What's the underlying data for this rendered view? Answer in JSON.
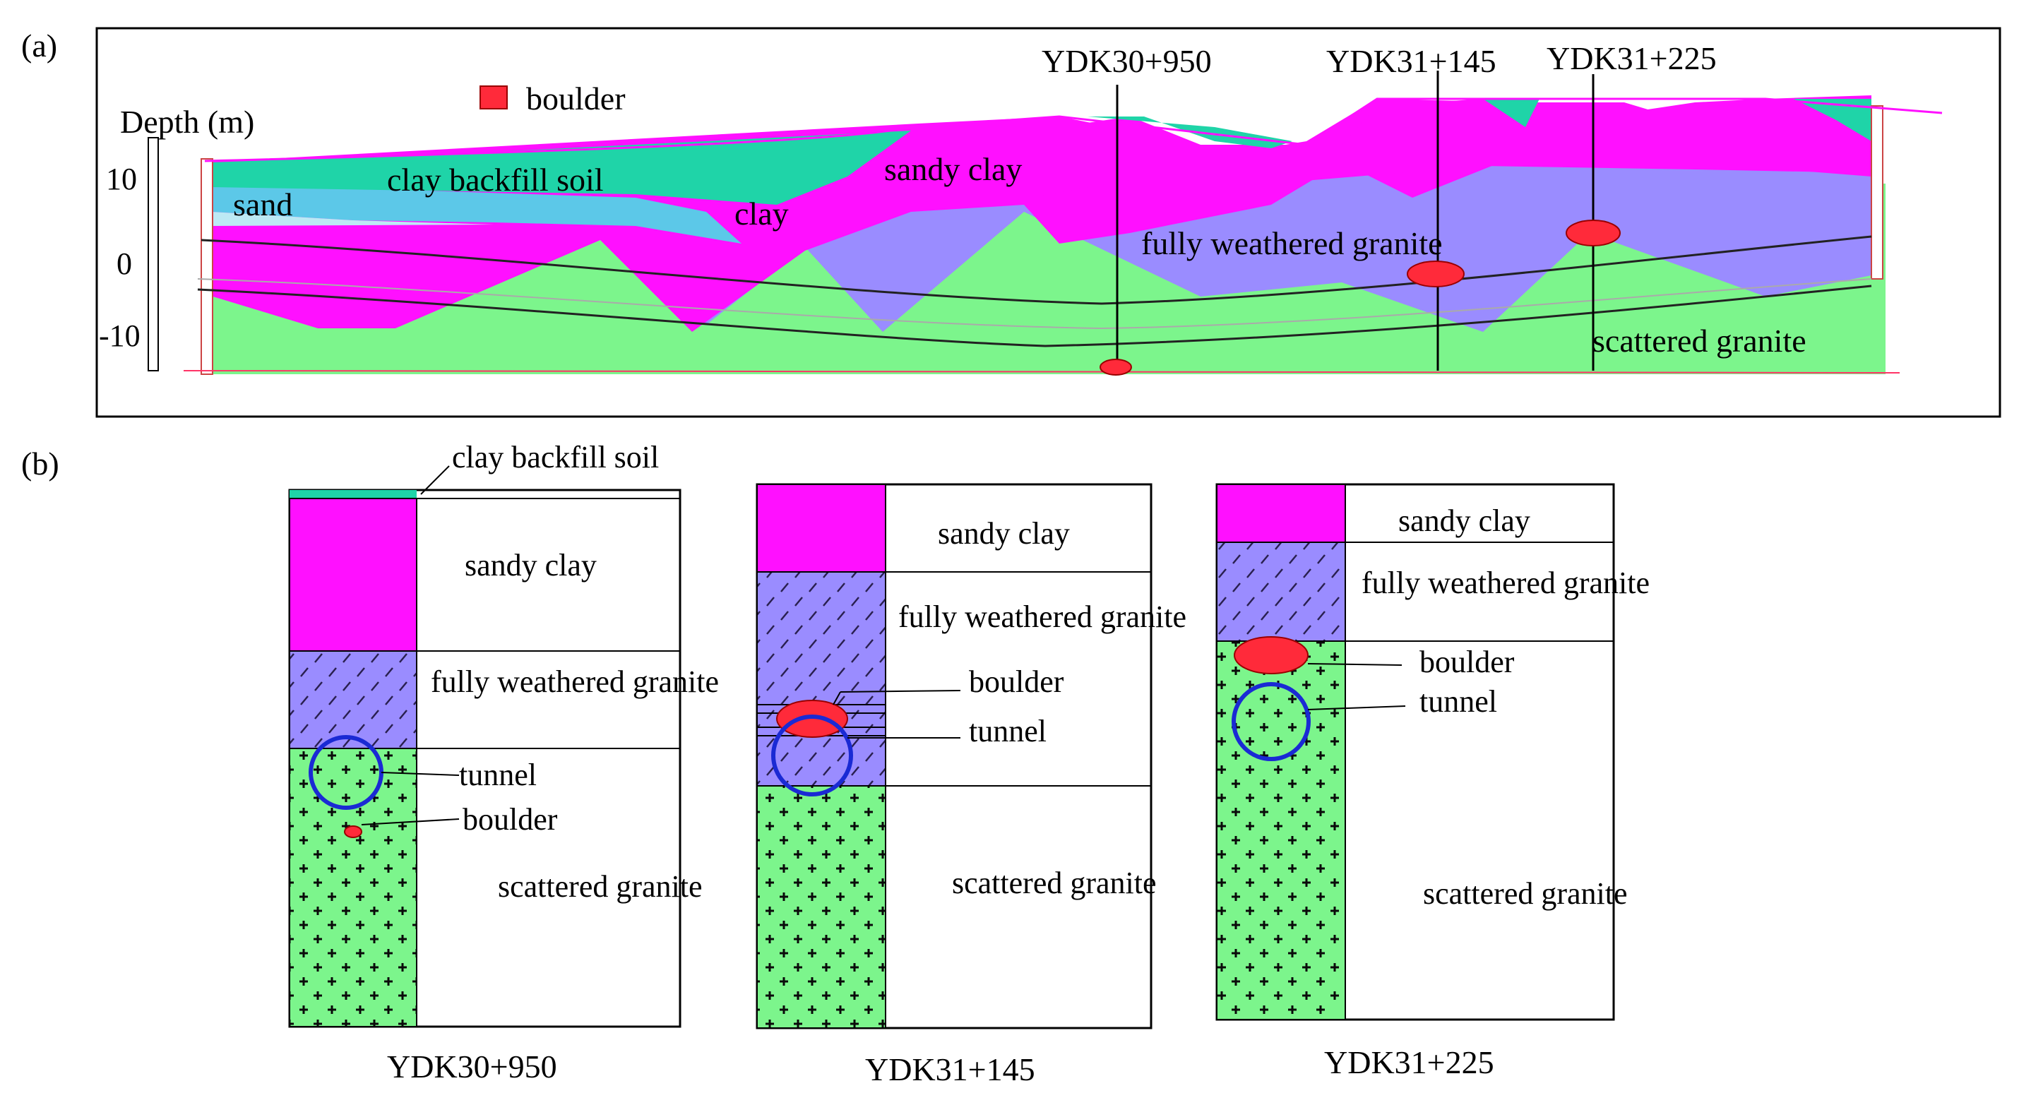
{
  "panel_a": {
    "label": "(a)",
    "axis_title": "Depth (m)",
    "ticks": [
      {
        "text": "10",
        "value": 10
      },
      {
        "text": "0",
        "value": 0
      },
      {
        "text": "-10",
        "value": -10
      }
    ],
    "legend": {
      "label": "boulder",
      "color": "#ff2a3a"
    },
    "stations": [
      "YDK30+950",
      "YDK31+145",
      "YDK31+225"
    ],
    "layer_labels": {
      "sand": "sand",
      "clay_backfill_soil": "clay backfill soil",
      "clay": "clay",
      "sandy_clay": "sandy clay",
      "fully_weathered_granite": "fully weathered granite",
      "scattered_granite": "scattered granite"
    }
  },
  "panel_b": {
    "label": "(b)",
    "top_callout": "clay backfill soil",
    "columns": [
      {
        "caption": "YDK30+950",
        "layers": [
          "sandy clay",
          "fully weathered granite",
          "scattered granite"
        ],
        "callouts": [
          "tunnel",
          "boulder"
        ]
      },
      {
        "caption": "YDK31+145",
        "layers": [
          "sandy clay",
          "fully weathered granite",
          "scattered granite"
        ],
        "callouts": [
          "boulder",
          "tunnel"
        ]
      },
      {
        "caption": "YDK31+225",
        "layers": [
          "sandy clay",
          "fully weathered granite",
          "scattered granite"
        ],
        "callouts": [
          "boulder",
          "tunnel"
        ]
      }
    ]
  },
  "colors": {
    "clay_backfill_soil": "#1fd4a8",
    "sand": "#5cc8e8",
    "clay": "#2aa8e0",
    "sandy_clay": "#ff10ff",
    "fully_weathered_granite": "#9a8cff",
    "scattered_granite": "#7cf58c",
    "boulder": "#ff2a3a",
    "tunnel": "#1a2ad4"
  }
}
